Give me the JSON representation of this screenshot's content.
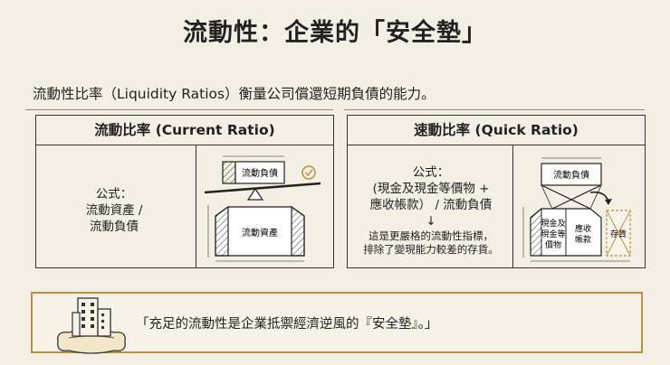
{
  "title": "流動性：企業的「安全墊」",
  "subtitle": "流動性比率（Liquidity Ratios）衡量公司償還短期負債的能力。",
  "current_ratio": {
    "heading": "流動比率 (Current Ratio)",
    "formula_label": "公式：",
    "formula_line1": "流動資產 /",
    "formula_line2": "流動負債",
    "box_liabilities": "流動負債",
    "box_assets": "流動資產"
  },
  "quick_ratio": {
    "heading": "速動比率 (Quick Ratio)",
    "formula_label": "公式：",
    "formula_line1": "(現金及現金等價物 +",
    "formula_line2": "應收帳款） / 流動負債",
    "arrow": "↓",
    "note_line1": "這是更嚴格的流動性指標，",
    "note_line2": "排除了變現能力較差的存貨。",
    "box_liabilities": "流動負債",
    "box_cash_1": "現金及",
    "box_cash_2": "現金等",
    "box_cash_3": "價物",
    "box_recv_1": "應收",
    "box_recv_2": "帳款",
    "box_inventory": "存貨"
  },
  "quote": "「充足的流動性是企業抵禦經濟逆風的『安全墊』。」",
  "colors": {
    "background": "#f3efe4",
    "gold": "#b8923e",
    "ink": "#222222"
  }
}
